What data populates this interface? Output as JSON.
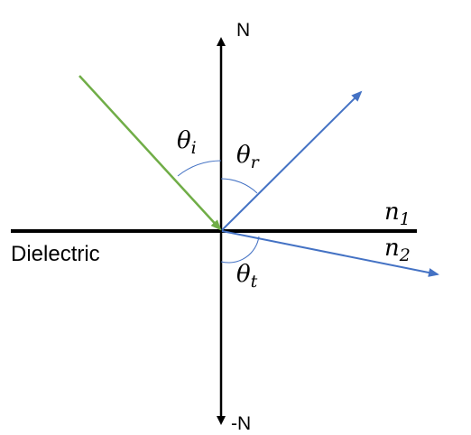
{
  "labels": {
    "north": "N",
    "south": "-N",
    "medium": "Dielectric"
  },
  "angles": {
    "incident": {
      "symbol": "θ",
      "subscript": "i"
    },
    "reflected": {
      "symbol": "θ",
      "subscript": "r"
    },
    "transmitted": {
      "symbol": "θ",
      "subscript": "t"
    }
  },
  "indices": {
    "upper": {
      "symbol": "n",
      "subscript": "1"
    },
    "lower": {
      "symbol": "n",
      "subscript": "2"
    }
  },
  "colors": {
    "incident_ray": "#70ad47",
    "reflected_ray": "#4472c4",
    "transmitted_ray": "#4472c4",
    "normal": "#000000",
    "interface": "#000000",
    "angle_arcs": "#4472c4"
  }
}
